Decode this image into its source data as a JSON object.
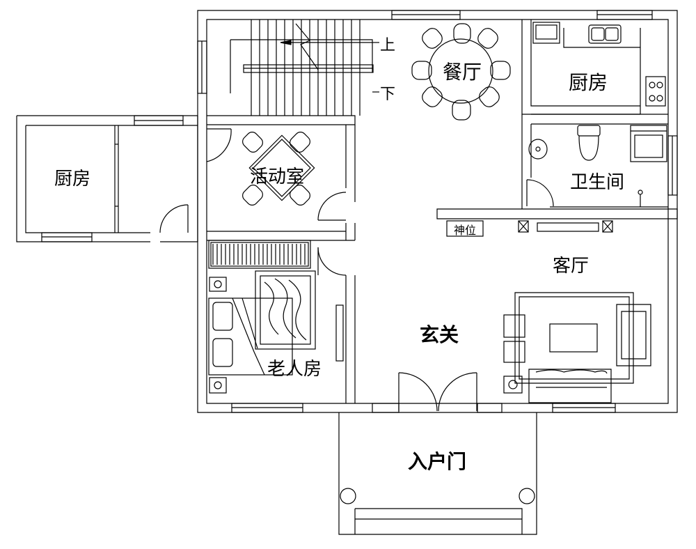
{
  "rooms": {
    "kitchen_left": "厨房",
    "activity_room": "活动室",
    "dining": "餐厅",
    "kitchen_right": "厨房",
    "bathroom": "卫生间",
    "living_room": "客厅",
    "shrine": "神位",
    "foyer": "玄关",
    "elder_room": "老人房",
    "entrance": "入户门"
  },
  "stairs": {
    "up_label": "上",
    "down_label": "下"
  },
  "colors": {
    "line": "#000000",
    "background": "#ffffff"
  }
}
